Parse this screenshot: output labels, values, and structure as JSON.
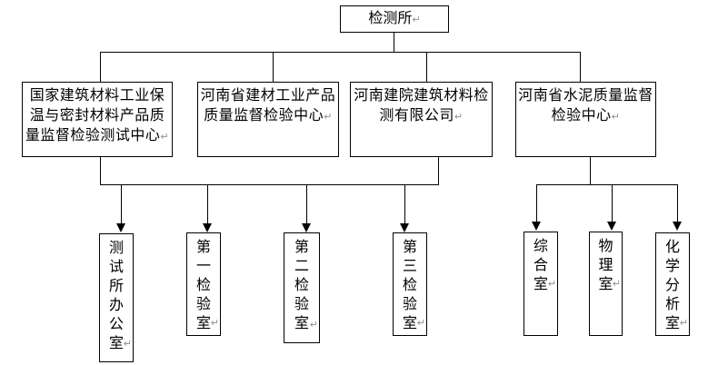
{
  "diagram": {
    "root": {
      "label": "检测所"
    },
    "level2": [
      {
        "name": "国家建筑材料工业保温与密封材料产品质量监督检验测试中心",
        "lines": [
          "国家建筑材料工业保",
          "温与密封材料产品质",
          "量监督检验测试中心"
        ]
      },
      {
        "name": "河南省建材工业产品质量监督检验中心",
        "lines": [
          "河南省建材工业产品",
          "质量监督检验中心"
        ]
      },
      {
        "name": "河南建院建筑材料检测有限公司",
        "lines": [
          "河南建院建筑材料检",
          "测有限公司"
        ]
      },
      {
        "name": "河南省水泥质量监督检验中心",
        "lines": [
          "河南省水泥质量监督",
          "检验中心"
        ]
      }
    ],
    "level3": [
      {
        "label": "测试所办公室"
      },
      {
        "label": "第一检验室"
      },
      {
        "label": "第二检验室"
      },
      {
        "label": "第三检验室"
      },
      {
        "label": "综合室"
      },
      {
        "label": "物理室"
      },
      {
        "label": "化学分析室"
      }
    ],
    "paragraph_mark": "↵",
    "colors": {
      "line": "#000000",
      "text": "#000000",
      "paragraph_mark": "#909090",
      "background": "#ffffff"
    }
  }
}
